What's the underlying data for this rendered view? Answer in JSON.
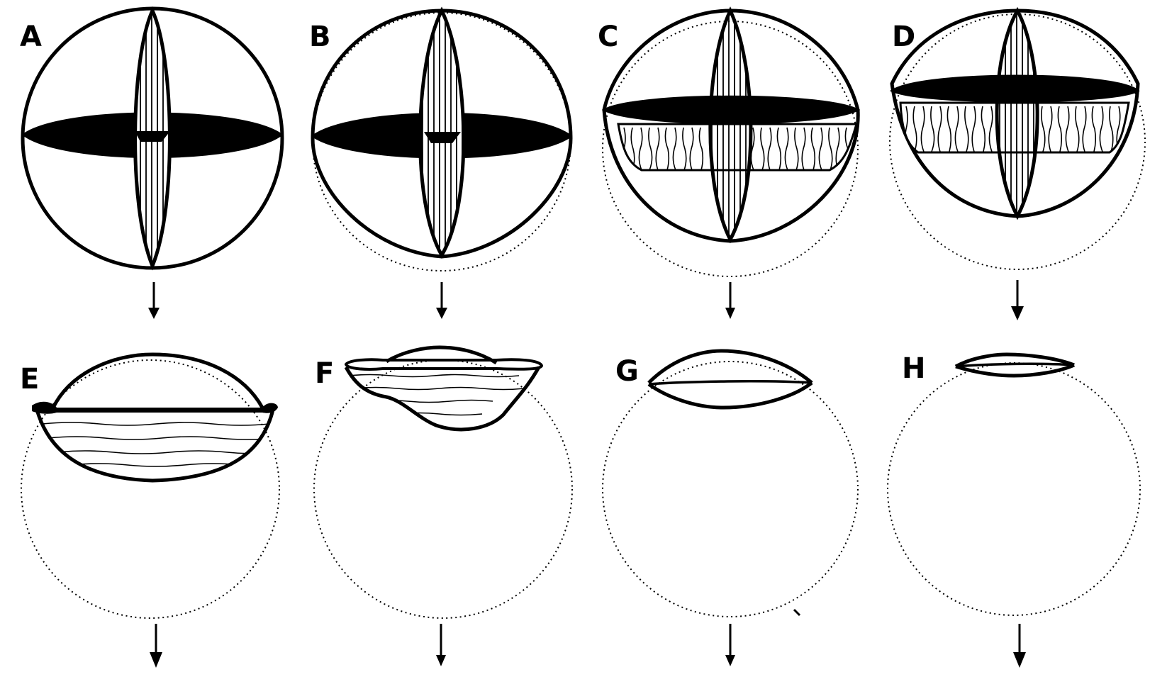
{
  "panels": [
    {
      "id": "A",
      "label": "A"
    },
    {
      "id": "B",
      "label": "B"
    },
    {
      "id": "C",
      "label": "C"
    },
    {
      "id": "D",
      "label": "D"
    },
    {
      "id": "E",
      "label": "E"
    },
    {
      "id": "F",
      "label": "F"
    },
    {
      "id": "G",
      "label": "G"
    },
    {
      "id": "H",
      "label": "H"
    }
  ],
  "colors": {
    "ink": "#000000",
    "paper": "#ffffff"
  },
  "icons": [
    "down-arrow-icon"
  ]
}
